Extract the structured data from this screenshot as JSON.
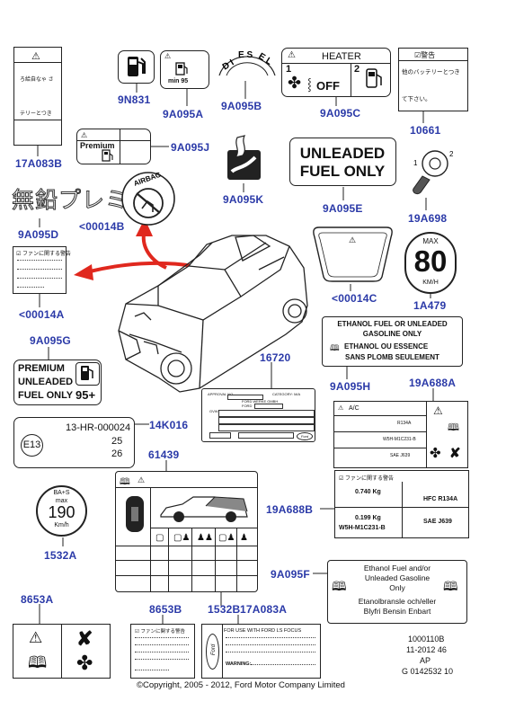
{
  "codes": {
    "c17A083B": "17A083B",
    "c9N831": "9N831",
    "c9A095A": "9A095A",
    "c9A095B": "9A095B",
    "c9A095C": "9A095C",
    "c10661": "10661",
    "c9A095J": "9A095J",
    "c9A095K": "9A095K",
    "c9A095E": "9A095E",
    "c19A698": "19A698",
    "c9A095D": "9A095D",
    "c00014B": "<00014B",
    "c00014C": "<00014C",
    "c1A479": "1A479",
    "c00014A": "<00014A",
    "c9A095G": "9A095G",
    "c16720": "16720",
    "c9A095H": "9A095H",
    "c19A688A": "19A688A",
    "c14K016": "14K016",
    "c61439": "61439",
    "c19A688B": "19A688B",
    "c1532A": "1532A",
    "c9A095F": "9A095F",
    "c8653A": "8653A",
    "c8653B": "8653B",
    "c1532B": "1532B",
    "c17A083A": "17A083A"
  },
  "labels": {
    "diesel": "DIESEL",
    "heater_title": "HEATER",
    "heater_1": "1",
    "heater_2": "2",
    "heater_off": "OFF",
    "premium_small": "Premium",
    "unleaded_fuel_only_1": "UNLEADED",
    "unleaded_fuel_only_2": "FUEL ONLY",
    "min95": "min 95",
    "jp_premium": "無鉛プレミアム",
    "airbag": "AIRBAG",
    "max": "MAX",
    "speed_80": "80",
    "kmh": "KM/H",
    "ethanol_1": "ETHANOL FUEL OR UNLEADED",
    "ethanol_2": "GASOLINE ONLY",
    "ethanol_3": "ETHANOL OU ESSENCE",
    "ethanol_4": "SANS PLOMB SEULEMENT",
    "prem_1": "PREMIUM",
    "prem_2": "UNLEADED",
    "prem_3": "FUEL ONLY",
    "prem_95": "95+",
    "e13": "E13",
    "reg_no": "13-HR-000024",
    "reg_25": "25",
    "reg_26": "26",
    "approval_no": "APPROVAL NO.",
    "category": "CATEGORY: M/A",
    "ford_werke": "FORD WERKE GMBH",
    "ford_small": "FORD",
    "gvw": "GVW",
    "ford_oval": "Ford",
    "ac_title": "A/C",
    "r134a": "R134A",
    "w5h": "W5H-M1C231-B",
    "sae_j639": "SAE J639",
    "kg_0740": "0.740 Kg",
    "hfc": "HFC R134A",
    "kg_0199": "0.199 Kg",
    "w5h_b": "W5H-M1C231-B",
    "sae_j639_b": "SAE J639",
    "bas": "BA+S",
    "max_small": "max",
    "speed_190": "190",
    "kmh_small": "Km/h",
    "eth_sw_1": "Ethanol Fuel and/or",
    "eth_sw_2": "Unleaded Gasoline",
    "eth_sw_3": "Only",
    "eth_sw_4": "Etanolbransle och/eller",
    "eth_sw_5": "Blyfri Bensin Enbart",
    "ford_focus_1": "FOR USE WITH FORD LS FOCUS",
    "warning": "WARNING:",
    "jp_10661": "☑警告",
    "jp_17a083b_1": "ろ給自なゃ さ",
    "jp_17a083b_2": "テリーとつき",
    "jp_10661_1": "他のバッテリーとつき",
    "jp_10661_2": "て下さい。",
    "jp_warn": "☑ ファンに関する警告"
  },
  "footer": {
    "ref_1": "1000110B",
    "ref_2": "11-2012 46",
    "ref_3": "AP",
    "ref_4": "G 0142532 10",
    "copyright": "©Copyright, 2005 - 2012, Ford Motor Company Limited"
  },
  "colors": {
    "code_blue": "#2b3aa8",
    "arrow_red": "#e0281e"
  }
}
